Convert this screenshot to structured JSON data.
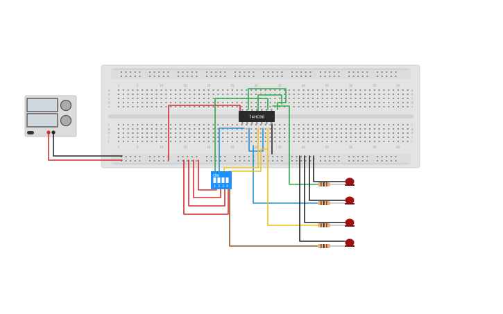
{
  "chip": {
    "label": "74HC86"
  },
  "dip_switch": {
    "on_label": "ON",
    "switch_labels": [
      "1",
      "2",
      "3",
      "4"
    ]
  },
  "breadboard": {
    "column_numbers": [
      "1",
      "5",
      "10",
      "15",
      "20",
      "25",
      "30",
      "35",
      "40",
      "45",
      "50",
      "55",
      "60"
    ],
    "row_letters_top": [
      "a",
      "b",
      "c",
      "d",
      "e"
    ],
    "row_letters_bottom": [
      "f",
      "g",
      "h",
      "i",
      "j"
    ]
  },
  "colors": {
    "board": "#e3e3e3",
    "wire_red": "#d62b2b",
    "wire_black": "#222222",
    "wire_green": "#2ea94a",
    "wire_blue": "#1f8fd3",
    "wire_yellow": "#f0c419",
    "wire_brown": "#8a5a2b",
    "led": "#9b1111",
    "switch": "#1e90ff"
  }
}
